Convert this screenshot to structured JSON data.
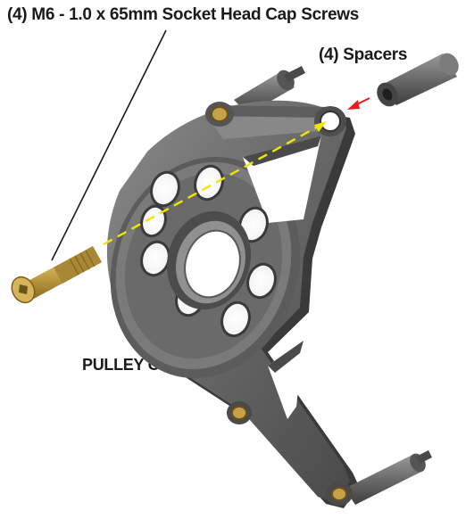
{
  "labels": {
    "screws": "(4) M6 - 1.0 x 65mm Socket Head Cap Screws",
    "spacers": "(4) Spacers",
    "pulley_cover": "PULLEY COVER"
  },
  "colors": {
    "part_body": "#6b6b6b",
    "part_dark": "#3c3c3c",
    "bolt_gold": "#c9a64a",
    "guide_line": "#f2e600",
    "arrow_red": "#e02020",
    "leader_line": "#1a1a1a"
  }
}
